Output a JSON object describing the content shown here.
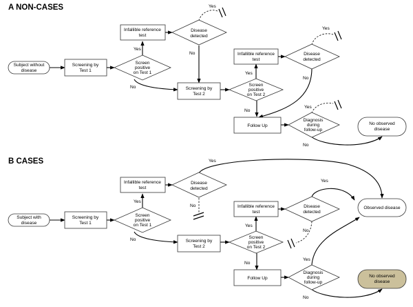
{
  "sections": {
    "non_cases": "A  NON-CASES",
    "cases": "B  CASES"
  },
  "non_cases": {
    "subject": [
      "Subject without",
      "disease"
    ],
    "screen1": [
      "Screening by",
      "Test 1"
    ],
    "screen_pos1": [
      "Screen",
      "positive",
      "on Test 1"
    ],
    "ref1": [
      "Infallible reference",
      "test"
    ],
    "disease1": [
      "Disease",
      "detected"
    ],
    "screen2": [
      "Screening by",
      "Test 2"
    ],
    "screen_pos2": [
      "Screen",
      "positive",
      "on Test 2"
    ],
    "ref2": [
      "Infallible reference",
      "test"
    ],
    "disease2": [
      "Disease",
      "detected"
    ],
    "follow": [
      "Follow Up"
    ],
    "diag": [
      "Diagnosis",
      "during",
      "follow-up"
    ],
    "outcome": [
      "No observed",
      "disease"
    ],
    "yes": "Yes",
    "no": "No"
  },
  "cases": {
    "subject": [
      "Subject with",
      "disease"
    ],
    "screen1": [
      "Screening by",
      "Test 1"
    ],
    "screen_pos1": [
      "Screen",
      "positive",
      "on Test 1"
    ],
    "ref1": [
      "Infallible reference",
      "test"
    ],
    "disease1": [
      "Disease",
      "detected"
    ],
    "screen2": [
      "Screening by",
      "Test 2"
    ],
    "screen_pos2": [
      "Screen",
      "positive",
      "on Test 2"
    ],
    "ref2": [
      "Infallible reference",
      "test"
    ],
    "disease2": [
      "Disease",
      "detected"
    ],
    "follow": [
      "Follow Up"
    ],
    "diag": [
      "Diagnosis",
      "during",
      "follow-up"
    ],
    "observed": [
      "Observed disease"
    ],
    "not_observed": [
      "No observed",
      "disease"
    ],
    "yes": "Yes",
    "no": "No"
  },
  "colors": {
    "highlight_fill": "#cbc09b",
    "stroke": "#333333"
  }
}
